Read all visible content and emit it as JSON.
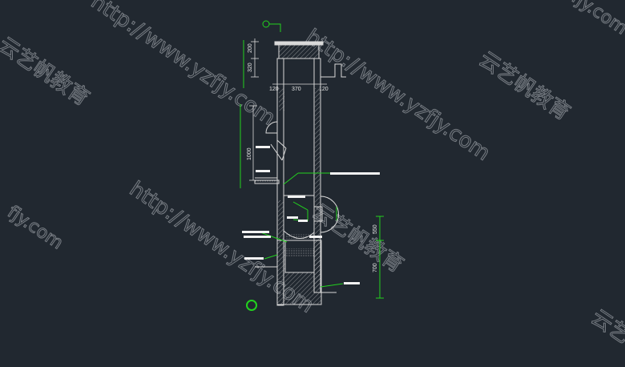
{
  "drawing": {
    "dimensions": {
      "top_200": "200",
      "top_320": "320",
      "wall_left": "120",
      "shaft_width": "370",
      "wall_right": "120",
      "height_1000": "1000",
      "height_550": "550",
      "height_700": "700"
    }
  },
  "watermark": {
    "url": "http://www.yzfjy.com",
    "brand": "云艺帆教育",
    "fragment_left_top": "云艺帆教育",
    "fragment_left_mid": "fjy.com",
    "fragment_right_top": "fjy.com",
    "fragment_bottom_right": "云艺"
  },
  "colors": {
    "background": "#212830",
    "line": "#d9d9d9",
    "accent": "#22d21e"
  }
}
